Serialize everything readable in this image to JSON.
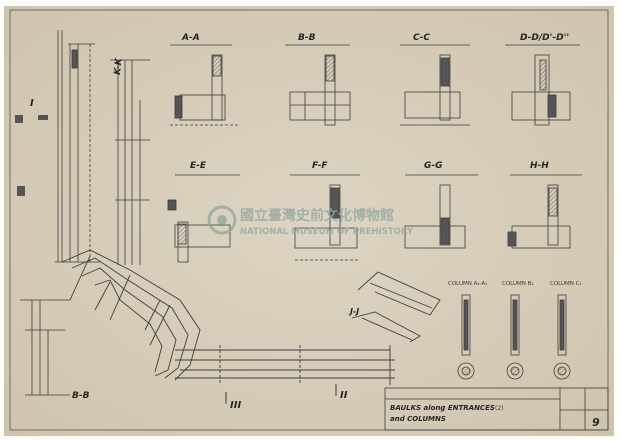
{
  "sections": {
    "aa": "A-A",
    "bb": "B-B",
    "cc": "C-C",
    "dd": "D-D/D'-D''",
    "ee": "E-E",
    "ff": "F-F",
    "gg": "G-G",
    "hh": "H-H",
    "kk": "K-K",
    "jj": "J-J",
    "bb_bottom": "B-B"
  },
  "roman_marks": {
    "i": "I",
    "iii": "III",
    "ii": "II"
  },
  "columns": {
    "col_a": "COLUMN A₁-A₁",
    "col_b": "COLUMN B₁",
    "col_c": "COLUMN C₁"
  },
  "title_block": {
    "line1": "BAULKS along ENTRANCES",
    "line1_suffix": "(2)",
    "line2": "and COLUMNS",
    "sheet_no": "9"
  },
  "watermark": {
    "chinese": "國立臺灣史前文化博物館",
    "english": "NATIONAL MUSEUM OF PREHISTORY"
  },
  "colors": {
    "paper": "#d9cfbd",
    "line": "#3d3d3d",
    "watermark": "#8fa5a0"
  }
}
